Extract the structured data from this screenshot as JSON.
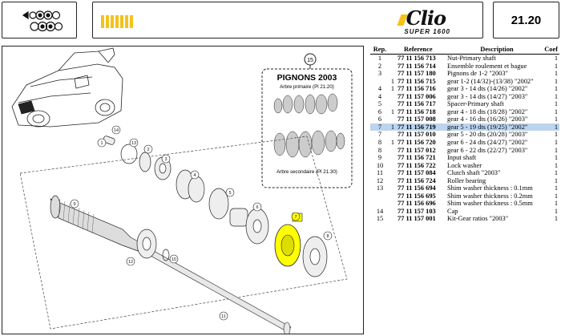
{
  "header": {
    "page_number": "21.20",
    "brand_name": "Clio",
    "brand_model": "SUPER 1600"
  },
  "diagram": {
    "inset_title": "PIGNONS 2003",
    "inset_primary_caption": "Arbre primaire (Pl 21.20)",
    "inset_secondary_caption": "Arbre secondaire (Pl 21.30)",
    "callouts": [
      "1",
      "2",
      "3",
      "4",
      "5",
      "6",
      "7",
      "8",
      "9",
      "10",
      "11",
      "12",
      "13",
      "14",
      "15"
    ],
    "highlight_color": "#ffff00"
  },
  "table": {
    "headers": {
      "rep": "Rep.",
      "reference": "Reference",
      "description": "Description",
      "coef": "Coef"
    },
    "rows": [
      {
        "rep": "1",
        "star": "",
        "ref": "77 11 156 713",
        "desc": "Nut-Primary shaft",
        "coef": "1"
      },
      {
        "rep": "2",
        "star": "",
        "ref": "77 11 156 714",
        "desc": "Ensemble roulement et bague",
        "coef": "1"
      },
      {
        "rep": "3",
        "star": "",
        "ref": "77 11 157 180",
        "desc": "Pignons de 1-2 \"2003\"",
        "coef": "1"
      },
      {
        "rep": "",
        "star": "1",
        "ref": "77 11 156 715",
        "desc": "gear 1-2 (14/32)-(13/38) \"2002\"",
        "coef": "1"
      },
      {
        "rep": "4",
        "star": "1",
        "ref": "77 11 156 716",
        "desc": "gear 3 - 14 dts (14/26) \"2002\"",
        "coef": "1"
      },
      {
        "rep": "4",
        "star": "",
        "ref": "77 11 157 006",
        "desc": "gear 3 - 14 dts (14/27) \"2003\"",
        "coef": "1"
      },
      {
        "rep": "5",
        "star": "",
        "ref": "77 11 156 717",
        "desc": "Spacer-Primary shaft",
        "coef": "1"
      },
      {
        "rep": "6",
        "star": "1",
        "ref": "77 11 156 718",
        "desc": "gear 4 - 18 dts (18/28) \"2002\"",
        "coef": "1"
      },
      {
        "rep": "6",
        "star": "",
        "ref": "77 11 157 008",
        "desc": "gear 4 - 16 dts (16/26) \"2003\"",
        "coef": "1"
      },
      {
        "rep": "7",
        "star": "1",
        "ref": "77 11 156 719",
        "desc": "gear 5 - 19 dts (19/25) \"2002\"",
        "coef": "1",
        "selected": true
      },
      {
        "rep": "7",
        "star": "",
        "ref": "77 11 157 010",
        "desc": "gear 5 - 20 dts (20/28) \"2003\"",
        "coef": "1"
      },
      {
        "rep": "8",
        "star": "1",
        "ref": "77 11 156 720",
        "desc": "gear 6 - 24 dts (24/27) \"2002\"",
        "coef": "1"
      },
      {
        "rep": "8",
        "star": "",
        "ref": "77 11 157 012",
        "desc": "gear 6 - 22 dts (22/27) \"2003\"",
        "coef": "1"
      },
      {
        "rep": "9",
        "star": "",
        "ref": "77 11 156 721",
        "desc": "Input shaft",
        "coef": "1"
      },
      {
        "rep": "10",
        "star": "",
        "ref": "77 11 156 722",
        "desc": "Lock washer",
        "coef": "1"
      },
      {
        "rep": "11",
        "star": "",
        "ref": "77 11 157 084",
        "desc": "Clutch shaft \"2003\"",
        "coef": "1"
      },
      {
        "rep": "12",
        "star": "",
        "ref": "77 11 156 724",
        "desc": "Roller bearing",
        "coef": "1"
      },
      {
        "rep": "13",
        "star": "",
        "ref": "77 11 156 694",
        "desc": "Shim washer thickness : 0.1mm",
        "coef": "1"
      },
      {
        "rep": "",
        "star": "",
        "ref": "77 11 156 695",
        "desc": "Shim washer thickness : 0.2mm",
        "coef": "1"
      },
      {
        "rep": "",
        "star": "",
        "ref": "77 11 156 696",
        "desc": "Shim washer thickness : 0.5mm",
        "coef": "1"
      },
      {
        "rep": "14",
        "star": "",
        "ref": "77 11 157 103",
        "desc": "Cap",
        "coef": "1"
      },
      {
        "rep": "15",
        "star": "",
        "ref": "77 11 157 001",
        "desc": "Kit-Gear ratios \"2003\"",
        "coef": "1"
      }
    ]
  }
}
